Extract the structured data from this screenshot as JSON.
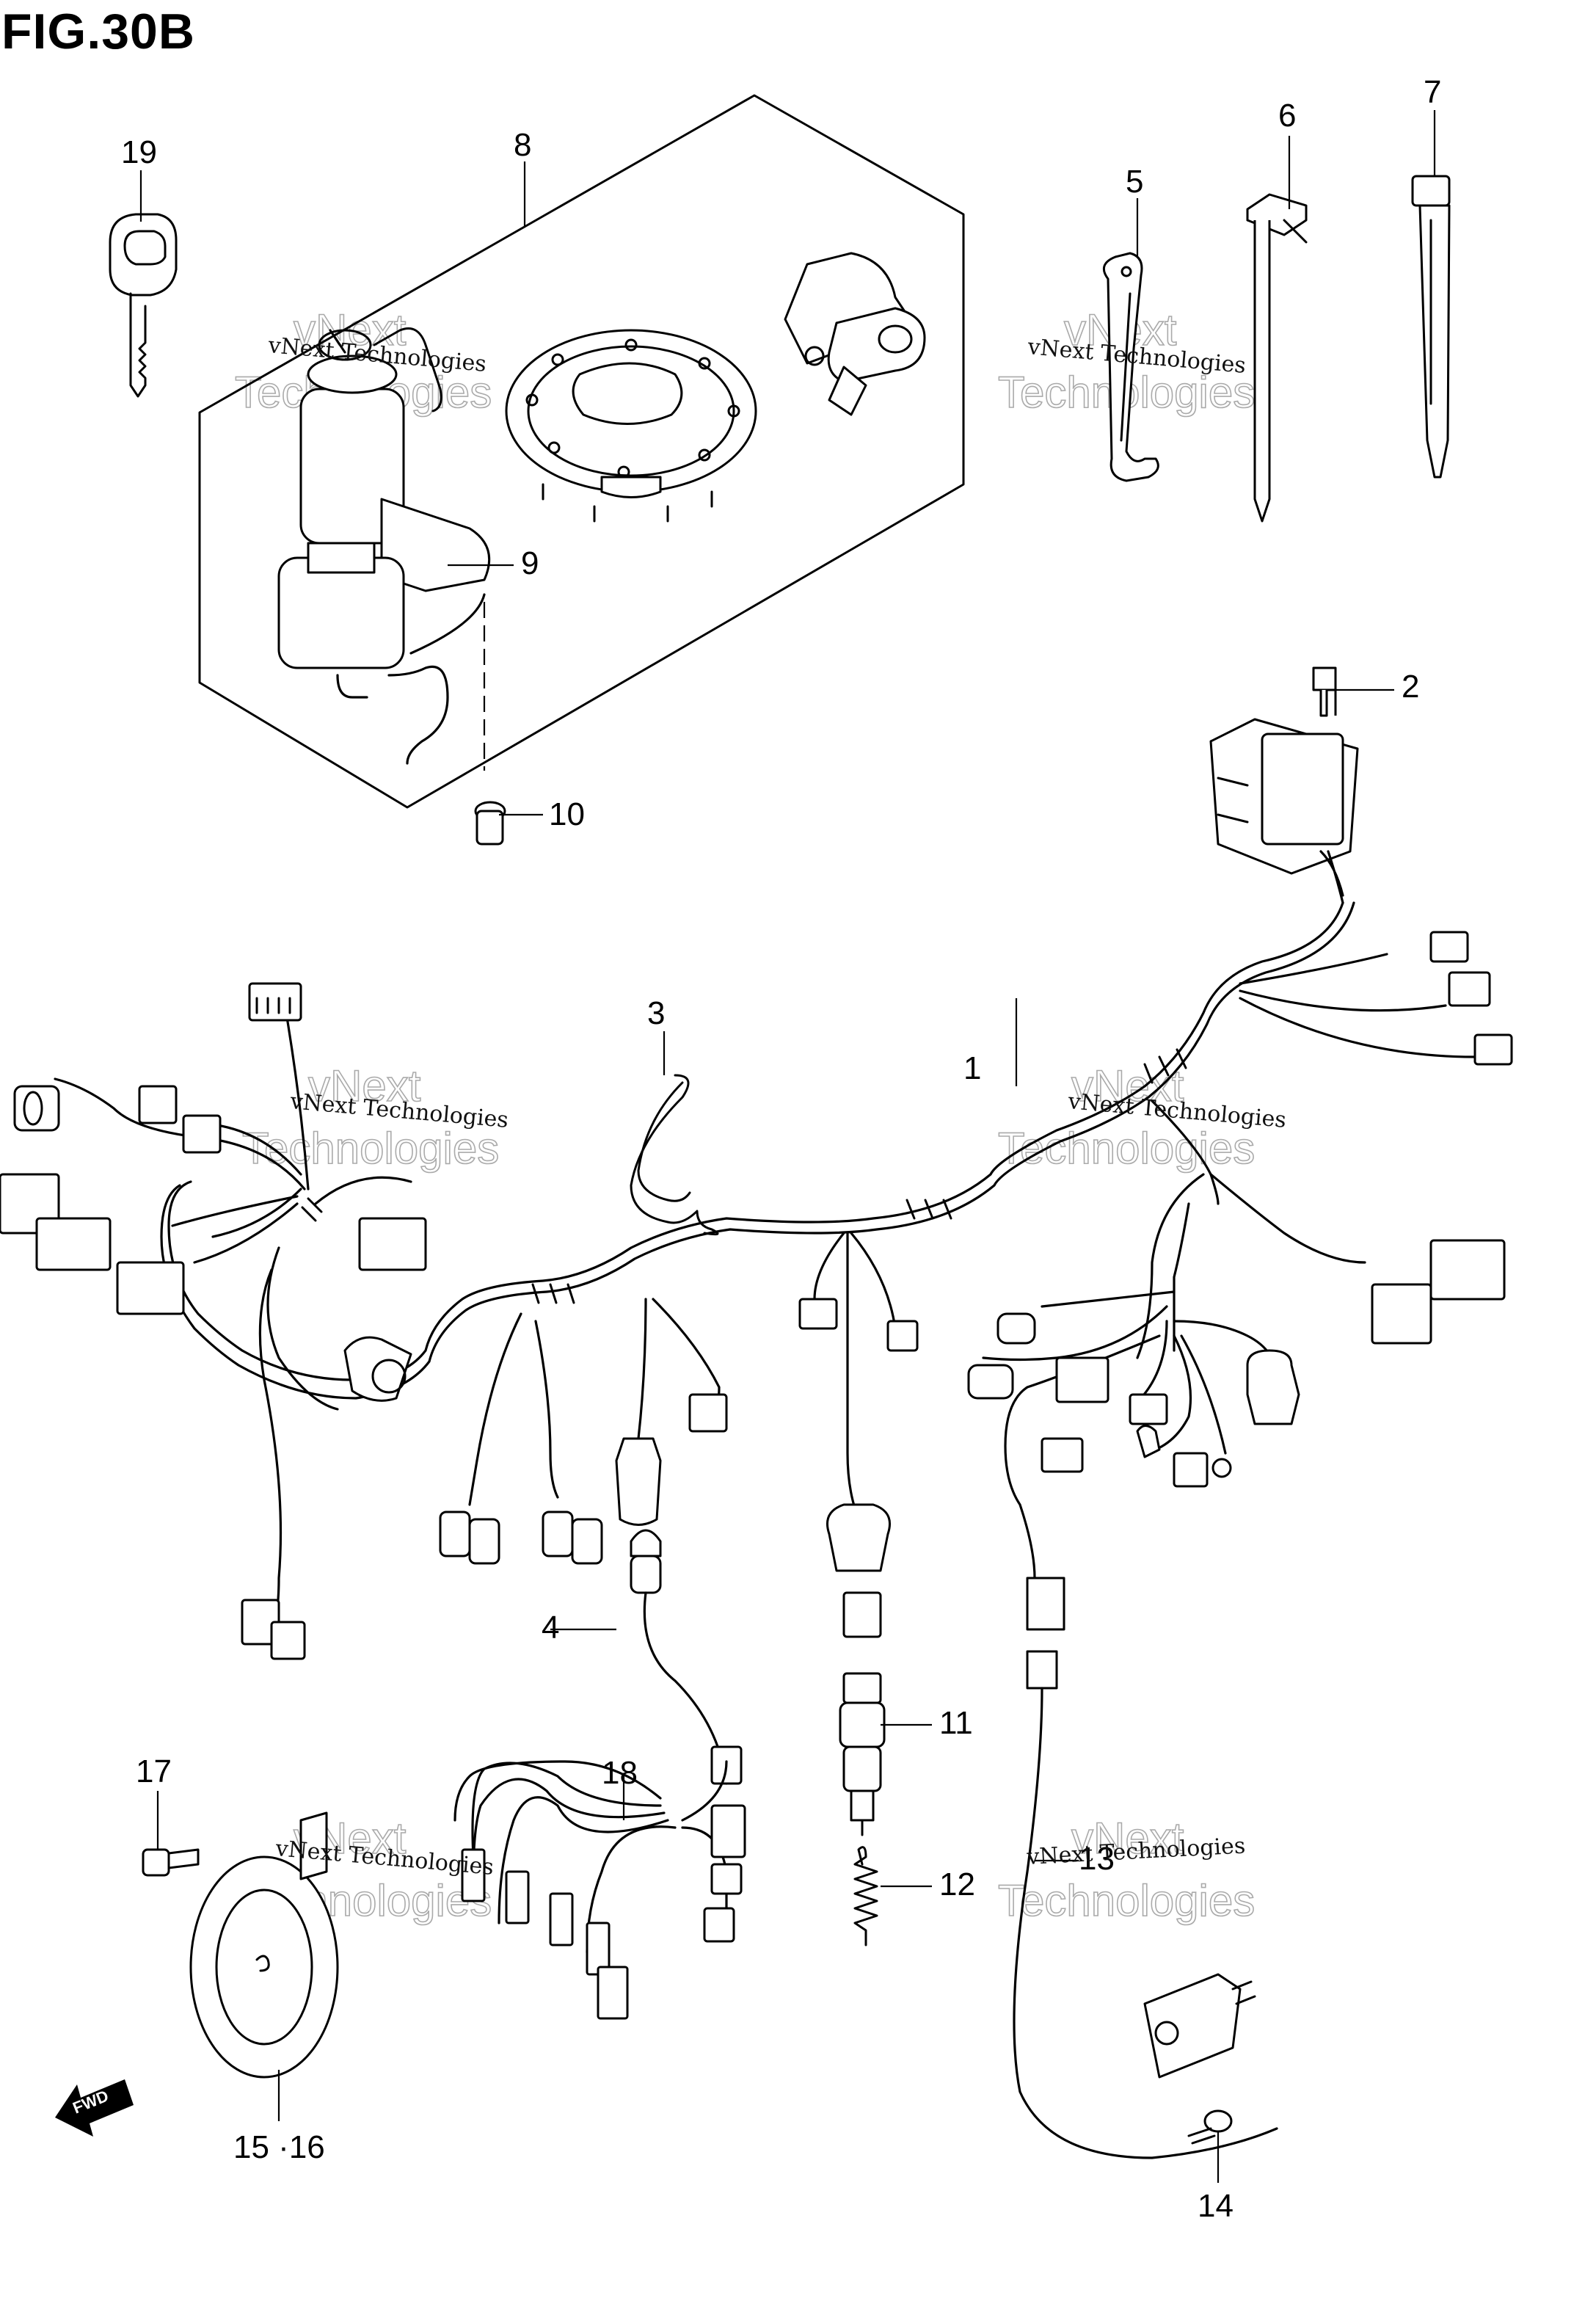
{
  "figure": {
    "title": "FIG.30B"
  },
  "watermark": {
    "brand": "vNext Technologies",
    "big_a": "vNext",
    "big_b": "Technologies"
  },
  "fwd_badge": "FWD",
  "callouts": [
    {
      "id": "19",
      "text": "19"
    },
    {
      "id": "8",
      "text": "8"
    },
    {
      "id": "7",
      "text": "7"
    },
    {
      "id": "6",
      "text": "6"
    },
    {
      "id": "5",
      "text": "5"
    },
    {
      "id": "9",
      "text": "9"
    },
    {
      "id": "2",
      "text": "2"
    },
    {
      "id": "10",
      "text": "10"
    },
    {
      "id": "3",
      "text": "3"
    },
    {
      "id": "1",
      "text": "1"
    },
    {
      "id": "4",
      "text": "4"
    },
    {
      "id": "11",
      "text": "11"
    },
    {
      "id": "17",
      "text": "17"
    },
    {
      "id": "18",
      "text": "18"
    },
    {
      "id": "12",
      "text": "12"
    },
    {
      "id": "13",
      "text": "13"
    },
    {
      "id": "15-16",
      "text": "15 ·16"
    },
    {
      "id": "14",
      "text": "14"
    }
  ]
}
